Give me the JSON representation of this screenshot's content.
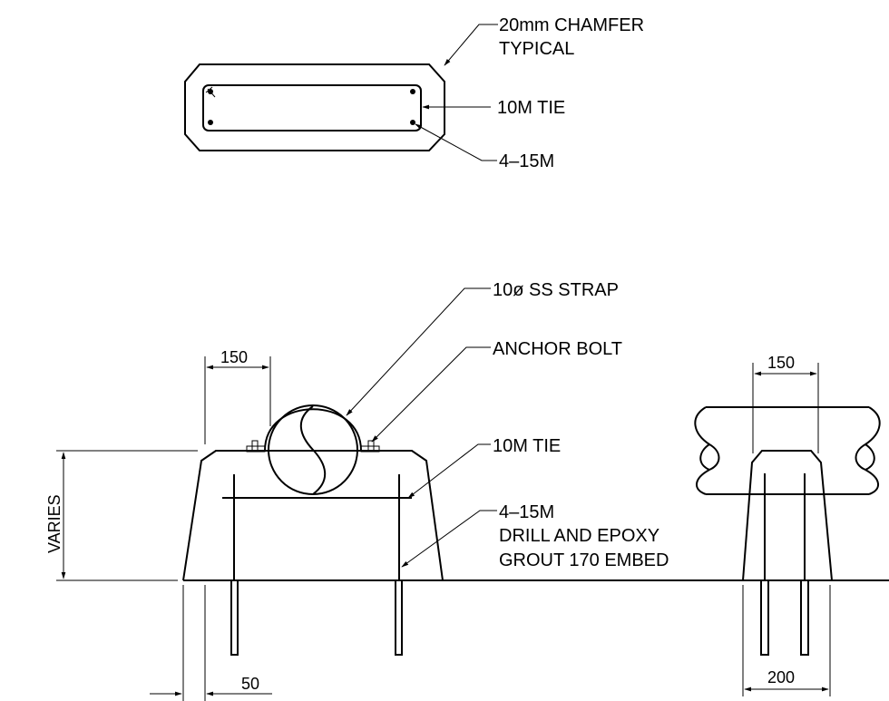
{
  "labels": {
    "chamfer_line1": "20mm CHAMFER",
    "chamfer_line2": "TYPICAL",
    "tie_top": "10M TIE",
    "bars_top": "4–15M",
    "strap": "10ø SS STRAP",
    "anchor_bolt": "ANCHOR BOLT",
    "tie_elev": "10M TIE",
    "bars_elev_line1": "4–15M",
    "bars_elev_line2": "DRILL AND EPOXY",
    "bars_elev_line3": "GROUT 170 EMBED"
  },
  "dimensions": {
    "width_front": "150",
    "width_side": "150",
    "height": "VARIES",
    "edge": "50",
    "base_side": "200"
  }
}
